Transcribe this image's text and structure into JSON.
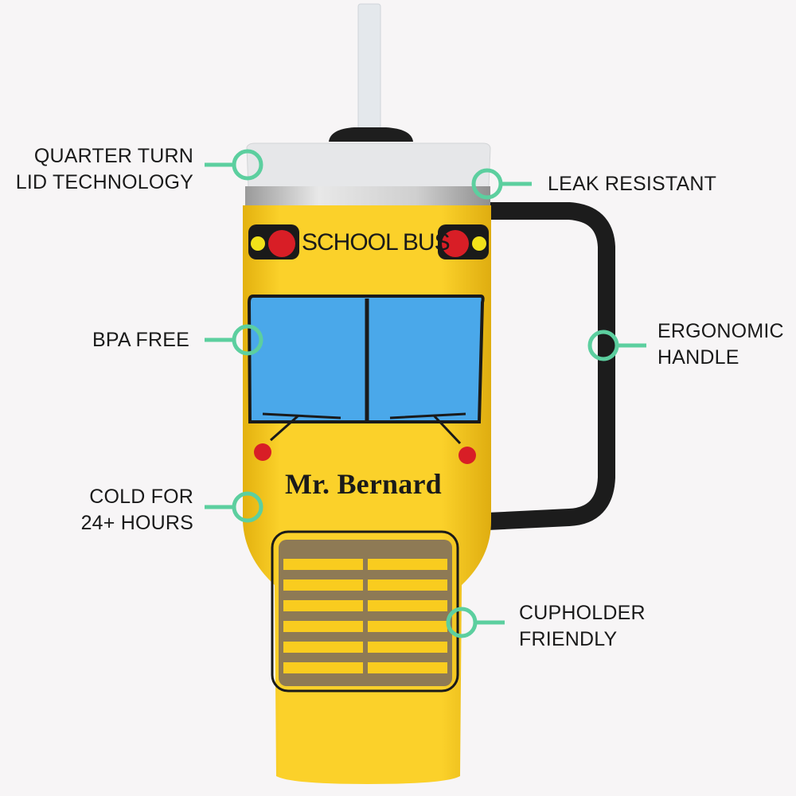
{
  "product": {
    "bus_sign": "SCHOOL BUS",
    "personal_name": "Mr. Bernard"
  },
  "features": [
    {
      "line1": "QUARTER TURN",
      "line2": "LID TECHNOLOGY"
    },
    {
      "line1": "LEAK RESISTANT"
    },
    {
      "line1": "BPA FREE"
    },
    {
      "line1": "ERGONOMIC",
      "line2": "HANDLE"
    },
    {
      "line1": "COLD FOR",
      "line2": "24+ HOURS"
    },
    {
      "line1": "CUPHOLDER",
      "line2": "FRIENDLY"
    }
  ],
  "colors": {
    "accent": "#5ccf9f",
    "body": "#f9cc1f",
    "window": "#4aa8ea",
    "background": "#f7f5f6"
  }
}
